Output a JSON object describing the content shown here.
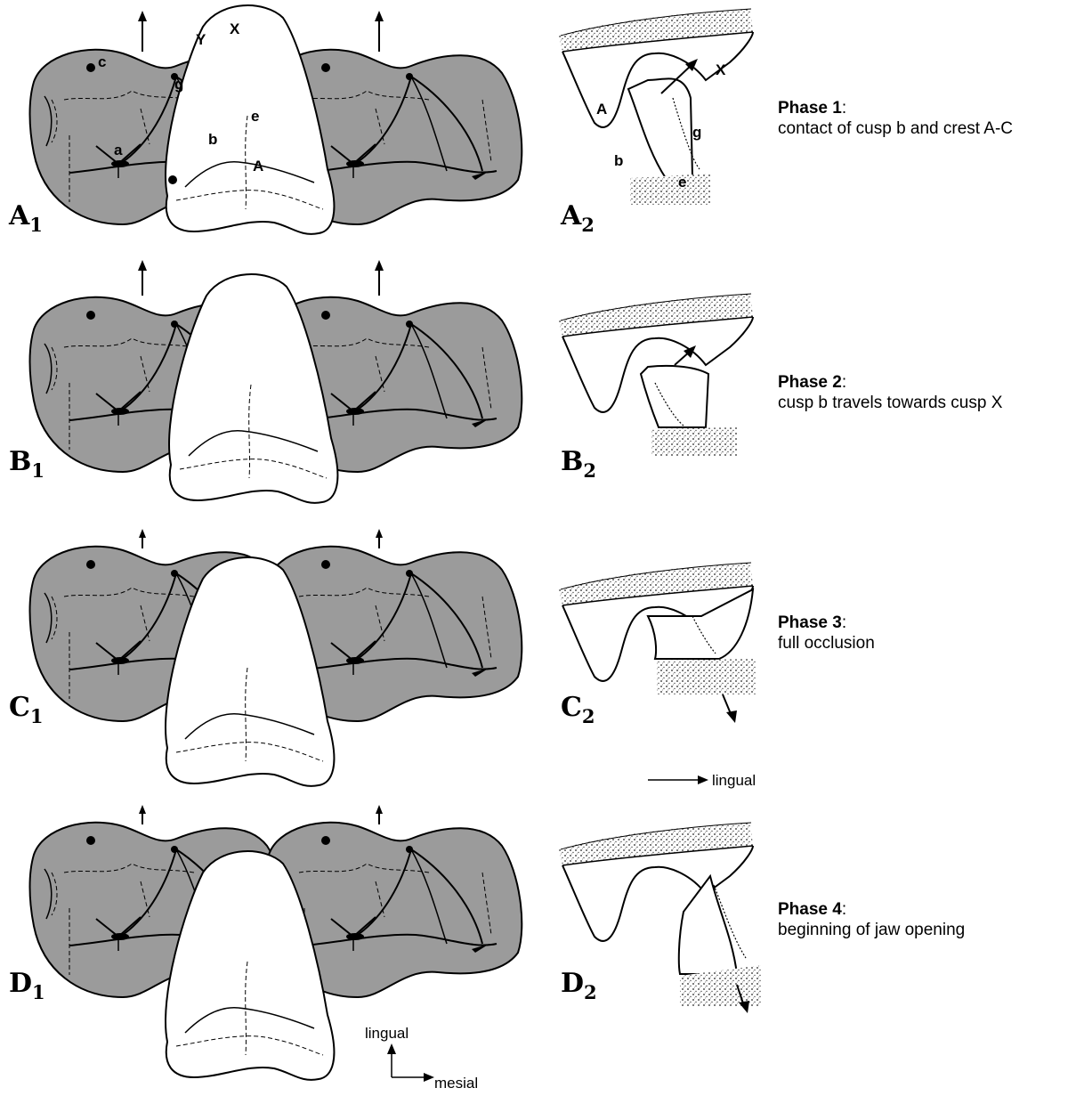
{
  "panels": {
    "a1": {
      "letter": "A",
      "index": "1"
    },
    "a2": {
      "letter": "A",
      "index": "2"
    },
    "b1": {
      "letter": "B",
      "index": "1"
    },
    "b2": {
      "letter": "B",
      "index": "2"
    },
    "c1": {
      "letter": "C",
      "index": "1"
    },
    "c2": {
      "letter": "C",
      "index": "2"
    },
    "d1": {
      "letter": "D",
      "index": "1"
    },
    "d2": {
      "letter": "D",
      "index": "2"
    }
  },
  "cusp_labels": {
    "top_view": {
      "c": "c",
      "g": "g",
      "y": "Y",
      "x": "X",
      "e": "e",
      "a": "a",
      "b": "b",
      "cap_a": "A"
    },
    "side_view": {
      "a": "A",
      "x": "X",
      "b": "b",
      "g": "g",
      "e": "e"
    }
  },
  "phases": [
    {
      "title": "Phase 1",
      "desc": "contact of cusp b and crest A-C"
    },
    {
      "title": "Phase 2",
      "desc": "cusp b travels towards cusp X"
    },
    {
      "title": "Phase 3",
      "desc": "full occlusion"
    },
    {
      "title": "Phase 4",
      "desc": "beginning of jaw opening"
    }
  ],
  "directions": {
    "lingual_arrow": "lingual",
    "compass_lingual": "lingual",
    "compass_mesial": "mesial"
  },
  "colors": {
    "tooth_fill": "#9b9b9b",
    "outline": "#000000",
    "background": "#ffffff"
  }
}
